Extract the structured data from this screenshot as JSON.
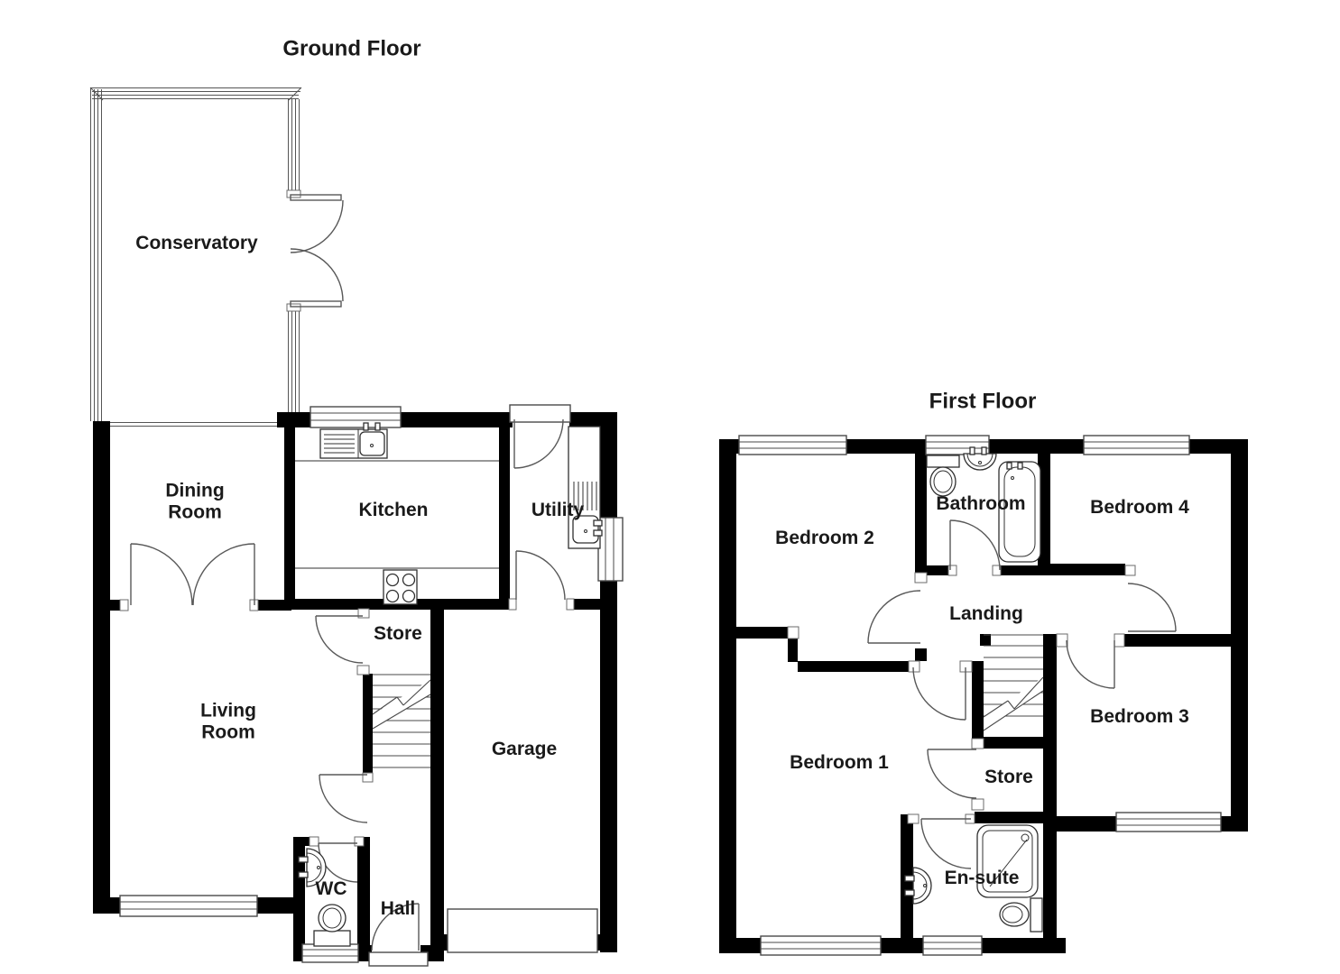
{
  "ground_floor": {
    "title": "Ground Floor",
    "rooms": {
      "conservatory": "Conservatory",
      "dining_room_line1": "Dining",
      "dining_room_line2": "Room",
      "kitchen": "Kitchen",
      "utility": "Utility",
      "store": "Store",
      "living_room_line1": "Living",
      "living_room_line2": "Room",
      "garage": "Garage",
      "wc": "WC",
      "hall": "Hall"
    }
  },
  "first_floor": {
    "title": "First Floor",
    "rooms": {
      "bedroom_2": "Bedroom 2",
      "bathroom": "Bathroom",
      "bedroom_4": "Bedroom 4",
      "landing": "Landing",
      "bedroom_3": "Bedroom 3",
      "bedroom_1": "Bedroom 1",
      "store": "Store",
      "en_suite": "En-suite"
    }
  },
  "fixtures": [
    "kitchen-sink-drainer",
    "kitchen-hob",
    "utility-sink-drainer",
    "wc-basin",
    "wc-toilet",
    "staircase-ground",
    "staircase-first",
    "bathroom-toilet",
    "bathroom-basin",
    "bathtub",
    "shower-tray",
    "ensuite-basin",
    "ensuite-toilet"
  ],
  "colors": {
    "wall": "#000000",
    "door_line": "#585858",
    "fixture_line": "#303030",
    "background": "#ffffff",
    "label_text": "#1a1a1a"
  }
}
